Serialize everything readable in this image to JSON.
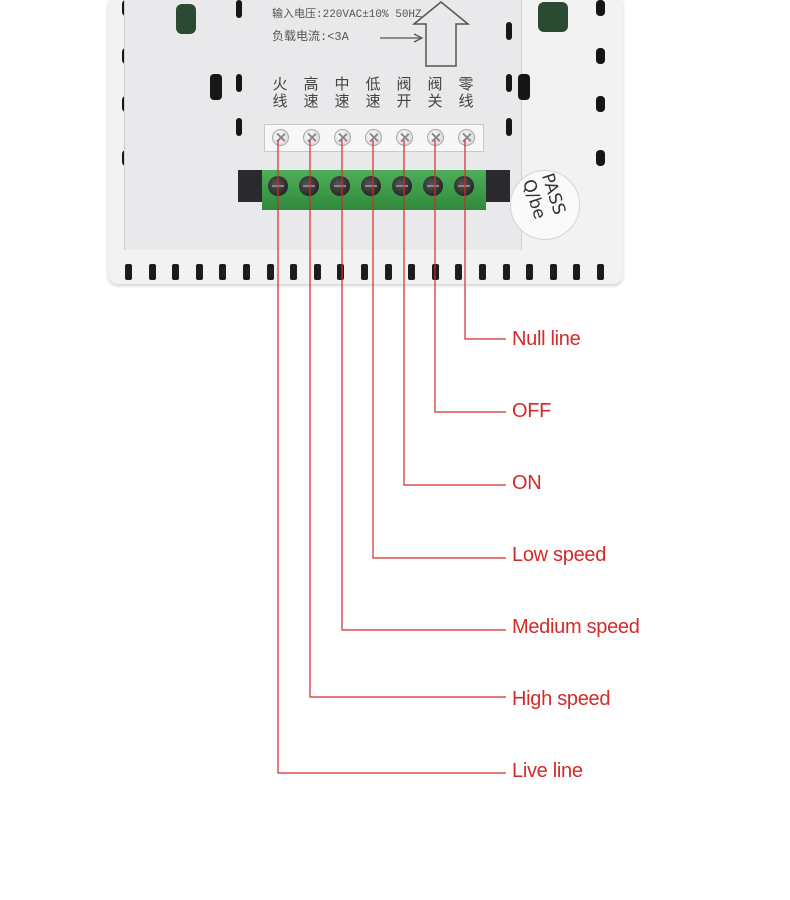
{
  "device": {
    "spec_voltage": "输入电压:220VAC±10% 50HZ",
    "spec_current": "负载电流:<3A",
    "sticker": "PASS Q/be",
    "terminals": [
      {
        "top": "火",
        "bottom": "线"
      },
      {
        "top": "高",
        "bottom": "速"
      },
      {
        "top": "中",
        "bottom": "速"
      },
      {
        "top": "低",
        "bottom": "速"
      },
      {
        "top": "阀",
        "bottom": "开"
      },
      {
        "top": "阀",
        "bottom": "关"
      },
      {
        "top": "零",
        "bottom": "线"
      }
    ]
  },
  "labels": {
    "null_line": "Null line",
    "off": "OFF",
    "on": "ON",
    "low_speed": "Low speed",
    "medium_speed": "Medium speed",
    "high_speed": "High speed",
    "live_line": "Live line"
  },
  "colors": {
    "label": "#d32a2a",
    "wire": "#d32a2a"
  }
}
